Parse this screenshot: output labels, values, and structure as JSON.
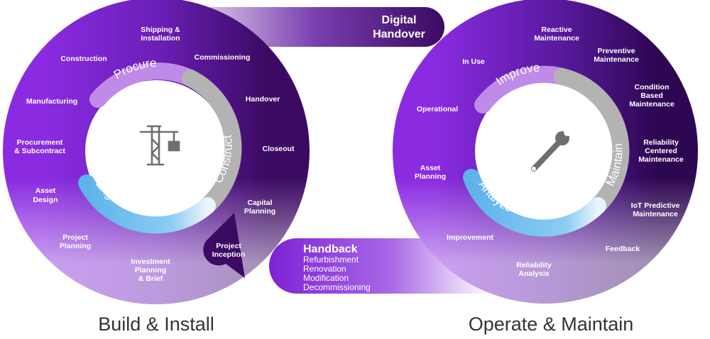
{
  "colors": {
    "purple_bright": "#8a2be2",
    "purple_mid": "#6b1fb8",
    "purple_dark": "#3b0a62",
    "lavender": "#c08be8",
    "grey": "#b3b3b3",
    "sky": "#7cc4ef",
    "icon_grey": "#6e6e6e",
    "caption": "#333333"
  },
  "left_cycle": {
    "caption": "Build & Install",
    "center_icon": "crane-icon",
    "phases": {
      "procure": "Procure",
      "construct": "Construct",
      "engineer": "Engineer"
    },
    "stages": {
      "shipping_1": "Shipping &",
      "shipping_2": "Installation",
      "construction": "Construction",
      "commissioning": "Commissioning",
      "manufacturing": "Manufacturing",
      "handover": "Handover",
      "procurement_1": "Procurement",
      "procurement_2": "& Subcontract",
      "closeout": "Closeout",
      "asset_design_1": "Asset",
      "asset_design_2": "Design",
      "capital_planning_1": "Capital",
      "capital_planning_2": "Planning",
      "project_planning_1": "Project",
      "project_planning_2": "Planning",
      "project_inception_1": "Project",
      "project_inception_2": "Inception",
      "investment_1": "Investment",
      "investment_2": "Planning",
      "investment_3": "& Brief"
    }
  },
  "right_cycle": {
    "caption": "Operate & Maintain",
    "center_icon": "wrench-icon",
    "phases": {
      "improve": "Improve",
      "maintain": "Maintain",
      "analyze": "Analyze"
    },
    "stages": {
      "reactive_1": "Reactive",
      "reactive_2": "Maintenance",
      "in_use": "In Use",
      "preventive_1": "Preventive",
      "preventive_2": "Maintenance",
      "operational": "Operational",
      "condition_1": "Condition",
      "condition_2": "Based",
      "condition_3": "Maintenance",
      "reliability_centered_1": "Reliability",
      "reliability_centered_2": "Centered",
      "reliability_centered_3": "Maintenance",
      "asset_planning_1": "Asset",
      "asset_planning_2": "Planning",
      "iot_1": "IoT Predictive",
      "iot_2": "Maintenance",
      "improvement": "Improvement",
      "feedback": "Feedback",
      "reliability_analysis_1": "Reliability",
      "reliability_analysis_2": "Analysis"
    }
  },
  "digital_handover": {
    "line1": "Digital",
    "line2": "Handover"
  },
  "handback": {
    "title": "Handback",
    "items": [
      "Refurbishment",
      "Renovation",
      "Modification",
      "Decommissioning"
    ]
  }
}
